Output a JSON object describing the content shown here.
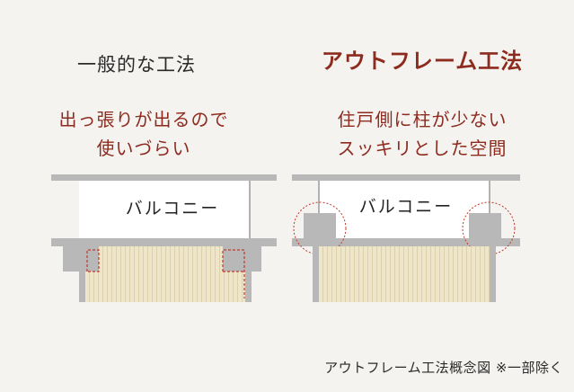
{
  "left": {
    "title": "一般的な工法",
    "subtitle_lines": [
      "出っ張りが出るので",
      "使いづらい"
    ],
    "room_label": "バルコニー"
  },
  "right": {
    "title": "アウトフレーム工法",
    "subtitle_lines": [
      "住戸側に柱が少ない",
      "スッキリとした空間"
    ],
    "room_label": "バルコニー"
  },
  "caption": "アウトフレーム工法概念図 ※一部除く",
  "colors": {
    "accent": "#8e2b1f",
    "slab": "#b8b8b8",
    "floor": "#efe5c8",
    "dashed": "#c0392b"
  }
}
